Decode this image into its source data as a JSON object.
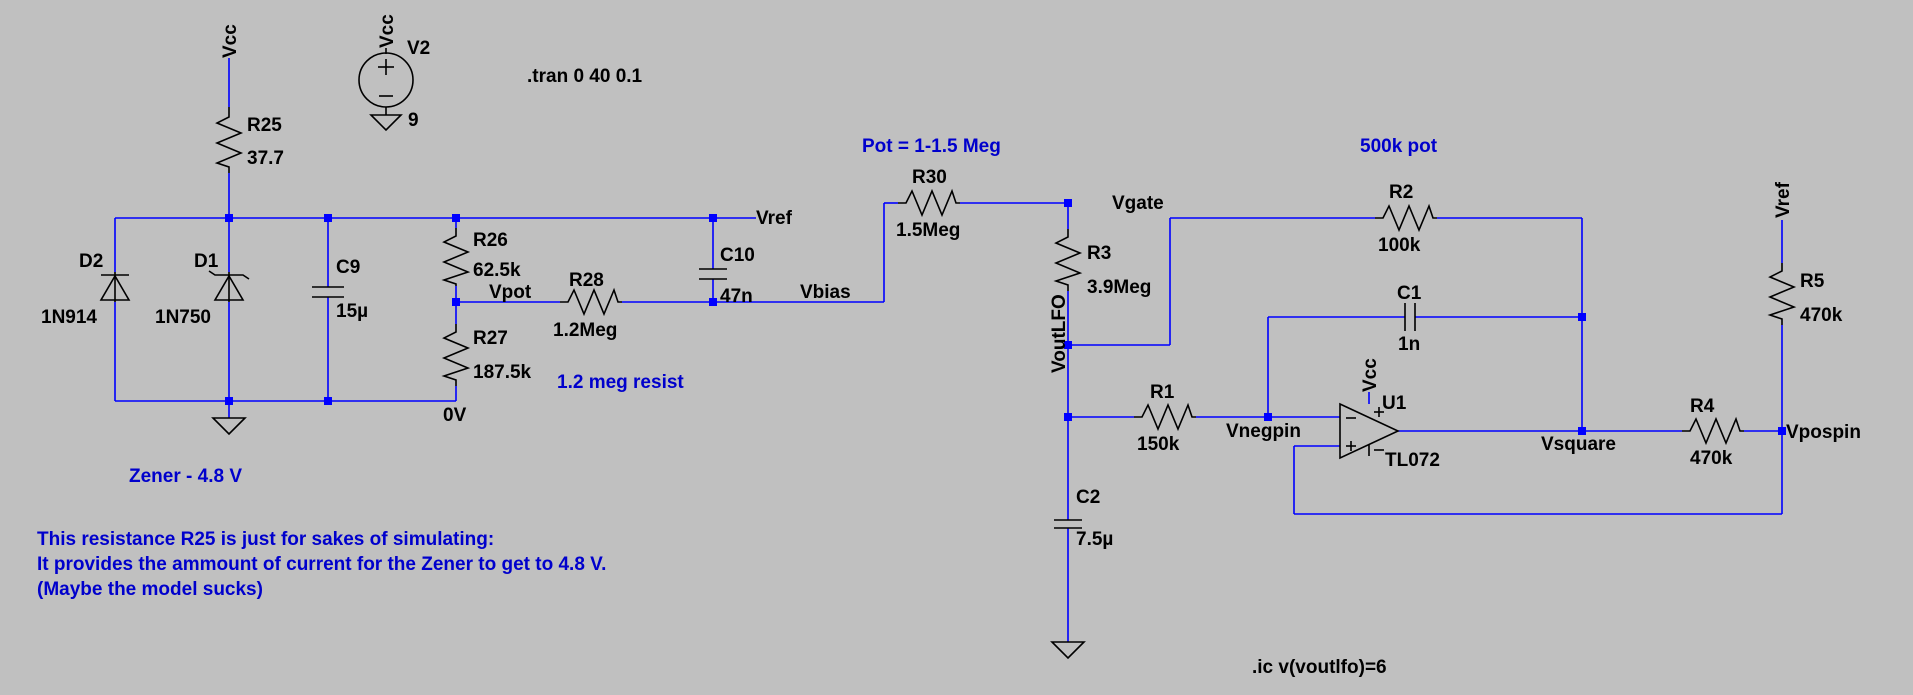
{
  "nets": {
    "vcc_top": "Vcc",
    "vcc_v2": "Vcc",
    "vcc_u1": "Vcc",
    "vref_c10": "Vref",
    "vref_r5": "Vref",
    "vpot": "Vpot",
    "vbias": "Vbias",
    "vgate": "Vgate",
    "voutlfo": "VoutLFO",
    "vnegpin": "Vnegpin",
    "vsquare": "Vsquare",
    "vpospin": "Vpospin",
    "zero": "0V"
  },
  "components": {
    "R25": {
      "name": "R25",
      "value": "37.7"
    },
    "D2": {
      "name": "D2",
      "value": "1N914"
    },
    "D1": {
      "name": "D1",
      "value": "1N750"
    },
    "C9": {
      "name": "C9",
      "value": "15µ"
    },
    "R26": {
      "name": "R26",
      "value": "62.5k"
    },
    "R27": {
      "name": "R27",
      "value": "187.5k"
    },
    "R28": {
      "name": "R28",
      "value": "1.2Meg"
    },
    "C10": {
      "name": "C10",
      "value": "47n"
    },
    "R30": {
      "name": "R30",
      "value": "1.5Meg"
    },
    "R3": {
      "name": "R3",
      "value": "3.9Meg"
    },
    "R2": {
      "name": "R2",
      "value": "100k"
    },
    "C1": {
      "name": "C1",
      "value": "1n"
    },
    "R1": {
      "name": "R1",
      "value": "150k"
    },
    "C2": {
      "name": "C2",
      "value": "7.5µ"
    },
    "U1": {
      "name": "U1",
      "value": "TL072"
    },
    "R4": {
      "name": "R4",
      "value": "470k"
    },
    "R5": {
      "name": "R5",
      "value": "470k"
    },
    "V2": {
      "name": "V2",
      "value": "9"
    }
  },
  "directives": {
    "tran": ".tran 0 40 0.1",
    "ic": ".ic v(voutlfo)=6"
  },
  "comments": {
    "pot": "Pot = 1-1.5 Meg",
    "pot500": "500k pot",
    "meg": "1.2 meg resist",
    "zener": "Zener - 4.8 V",
    "note1": "This resistance R25 is just for sakes of simulating:",
    "note2": "It provides the ammount of current for the Zener to get to 4.8 V.",
    "note3": "(Maybe the model sucks)"
  },
  "colors": {
    "background": "#c0c0c0",
    "wire": "#0000ff",
    "symbol": "#000000",
    "comment": "#0000cc"
  }
}
